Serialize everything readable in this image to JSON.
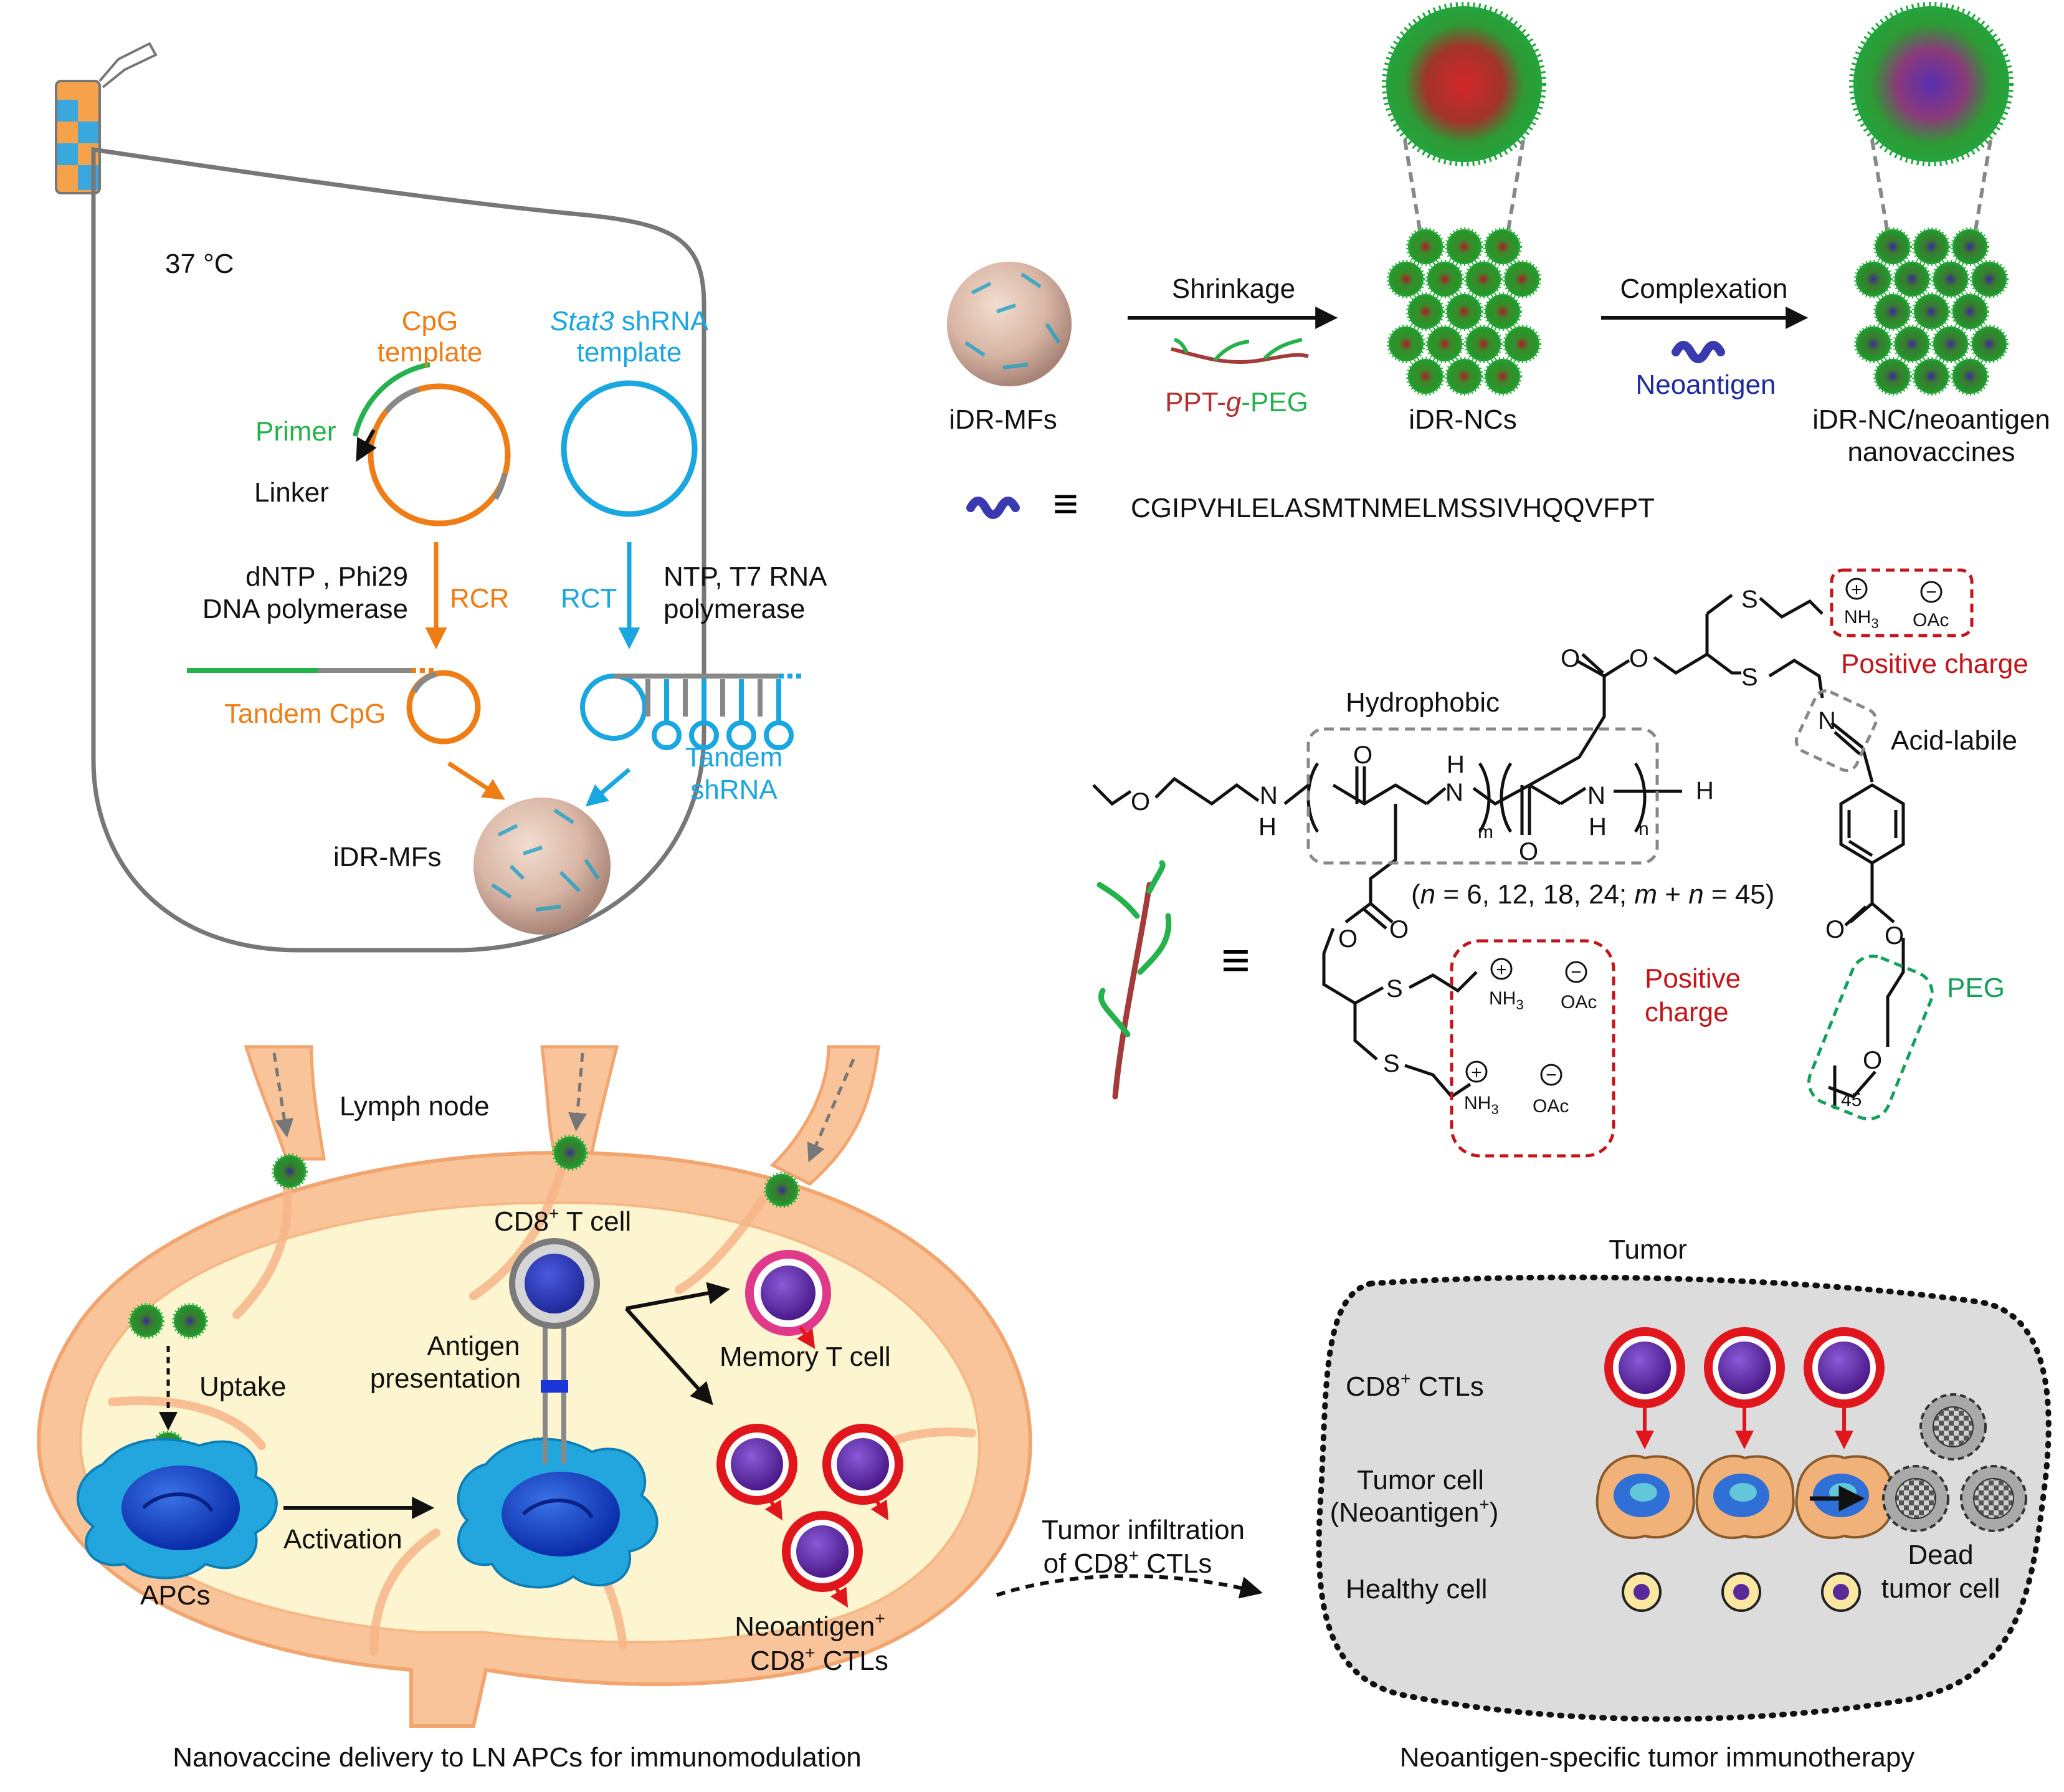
{
  "rca": {
    "temperature": "37 °C",
    "cpg_template": [
      "CpG",
      "template"
    ],
    "stat3_template": [
      "Stat3",
      " shRNA",
      "template"
    ],
    "primer": "Primer",
    "linker": "Linker",
    "rcr_conditions": [
      "dNTP , Phi29",
      "DNA polymerase"
    ],
    "rcr": "RCR",
    "rct": "RCT",
    "rct_conditions": [
      "NTP, T7 RNA",
      "polymerase"
    ],
    "tandem_cpg": "Tandem CpG",
    "tandem_shrna": [
      "Tandem",
      "shRNA"
    ],
    "product": "iDR-MFs"
  },
  "assembly": {
    "start": "iDR-MFs",
    "shrinkage": "Shrinkage",
    "polymer": {
      "a": "PPT-",
      "b": "g",
      "c": "-PEG"
    },
    "middle": "iDR-NCs",
    "complexation": "Complexation",
    "neoantigen": "Neoantigen",
    "end": [
      "iDR-NC/neoantigen",
      "nanovaccines"
    ],
    "equiv_symbol": "≡",
    "sequence": "CGIPVHLELASMTNMELMSSIVHQQVFPT"
  },
  "structure": {
    "hydrophobic": "Hydrophobic",
    "positive_charge_top": "Positive charge",
    "acid_labile": "Acid-labile",
    "positive_charge_side": [
      "Positive",
      "charge"
    ],
    "peg": "PEG",
    "composition": {
      "p1": "(",
      "n": "n",
      "p2": " = 6, 12, 18, 24; ",
      "m": "m",
      "p3": " + ",
      "n2": "n",
      "p4": " = 45)"
    },
    "atoms": {
      "O": "O",
      "N": "N",
      "H": "H",
      "S": "S",
      "NH3": "NH",
      "three": "3",
      "OAc": "OAc",
      "m": "m",
      "n": "n",
      "plus": "+",
      "minus": "−",
      "deg": "45"
    }
  },
  "lymph": {
    "lymph_node": "Lymph node",
    "cd8_t_cell": {
      "a": "CD8",
      "sup": "+",
      "b": " T cell"
    },
    "antigen_presentation": [
      "Antigen",
      "presentation"
    ],
    "memory_t_cell": "Memory T cell",
    "uptake": "Uptake",
    "apcs": "APCs",
    "activation": "Activation",
    "neo_ctls": {
      "a": "Neoantigen",
      "sup": "+",
      "b": "CD8",
      "sup2": "+",
      "c": " CTLs"
    },
    "caption": "Nanovaccine delivery to LN APCs for immunomodulation"
  },
  "infiltration": {
    "line1": "Tumor infiltration",
    "a": "of CD8",
    "sup": "+",
    "b": " CTLs"
  },
  "tumor": {
    "title": "Tumor",
    "ctls": {
      "a": "CD8",
      "sup": "+",
      "b": " CTLs"
    },
    "tumor_cell": {
      "line1": "Tumor cell",
      "a": "(Neoantigen",
      "sup": "+",
      "b": ")"
    },
    "healthy": "Healthy cell",
    "dead": [
      "Dead",
      "tumor cell"
    ],
    "caption": "Neoantigen-specific tumor immunotherapy"
  },
  "colors": {
    "cpg": "#ef7c14",
    "shrna": "#1aa7df",
    "primer": "#23b24b",
    "positive": "#c3151a",
    "peg": "#12a05a",
    "neoantigen": "#1c2a9c",
    "lymph": "#f9c49a",
    "tumor_bg": "#dcdcdc"
  }
}
